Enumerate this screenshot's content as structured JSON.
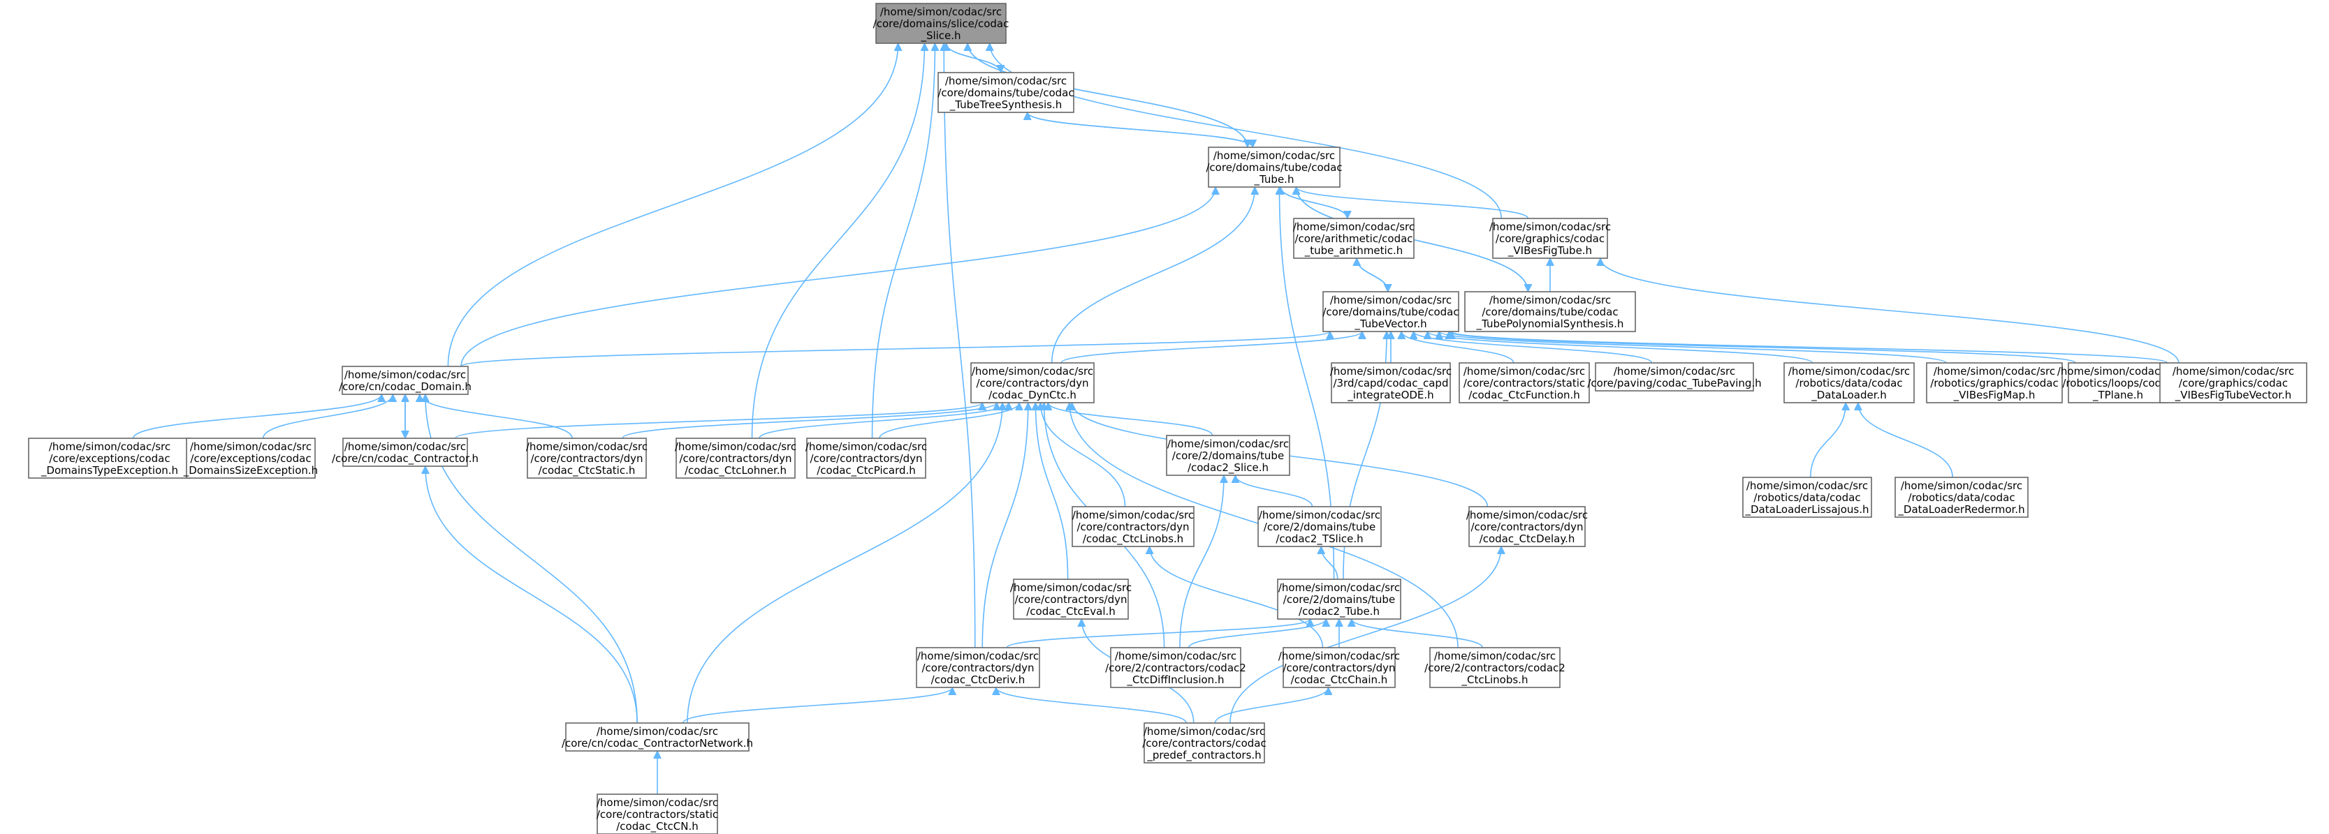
{
  "diagram": {
    "type": "include-dependency-graph",
    "nodes": [
      {
        "id": "slice",
        "lines": [
          "/home/simon/codac/src",
          "/core/domains/slice/codac",
          "_Slice.h"
        ],
        "root": true
      },
      {
        "id": "tubetree",
        "lines": [
          "/home/simon/codac/src",
          "/core/domains/tube/codac",
          "_TubeTreeSynthesis.h"
        ]
      },
      {
        "id": "tube",
        "lines": [
          "/home/simon/codac/src",
          "/core/domains/tube/codac",
          "_Tube.h"
        ]
      },
      {
        "id": "tubearith",
        "lines": [
          "/home/simon/codac/src",
          "/core/arithmetic/codac",
          "_tube_arithmetic.h"
        ]
      },
      {
        "id": "vibestube",
        "lines": [
          "/home/simon/codac/src",
          "/core/graphics/codac",
          "_VIBesFigTube.h"
        ]
      },
      {
        "id": "tubepoly",
        "lines": [
          "/home/simon/codac/src",
          "/core/domains/tube/codac",
          "_TubePolynomialSynthesis.h"
        ]
      },
      {
        "id": "tubevector",
        "lines": [
          "/home/simon/codac/src",
          "/core/domains/tube/codac",
          "_TubeVector.h"
        ]
      },
      {
        "id": "domain",
        "lines": [
          "/home/simon/codac/src",
          "/core/cn/codac_Domain.h"
        ]
      },
      {
        "id": "dynctc",
        "lines": [
          "/home/simon/codac/src",
          "/core/contractors/dyn",
          "/codac_DynCtc.h"
        ]
      },
      {
        "id": "capd",
        "lines": [
          "/home/simon/codac/src",
          "/3rd/capd/codac_capd",
          "_integrateODE.h"
        ]
      },
      {
        "id": "ctcfunction",
        "lines": [
          "/home/simon/codac/src",
          "/core/contractors/static",
          "/codac_CtcFunction.h"
        ]
      },
      {
        "id": "tubepaving",
        "lines": [
          "/home/simon/codac/src",
          "/core/paving/codac_TubePaving.h"
        ]
      },
      {
        "id": "dataloader",
        "lines": [
          "/home/simon/codac/src",
          "/robotics/data/codac",
          "_DataLoader.h"
        ]
      },
      {
        "id": "vibesmap",
        "lines": [
          "/home/simon/codac/src",
          "/robotics/graphics/codac",
          "_VIBesFigMap.h"
        ]
      },
      {
        "id": "tplane",
        "lines": [
          "/home/simon/codac/src",
          "/robotics/loops/codac",
          "_TPlane.h"
        ]
      },
      {
        "id": "vibestubevector",
        "lines": [
          "/home/simon/codac/src",
          "/core/graphics/codac",
          "_VIBesFigTubeVector.h"
        ]
      },
      {
        "id": "typeexc",
        "lines": [
          "/home/simon/codac/src",
          "/core/exceptions/codac",
          "_DomainsTypeException.h"
        ]
      },
      {
        "id": "sizeexc",
        "lines": [
          "/home/simon/codac/src",
          "/core/exceptions/codac",
          "_DomainsSizeException.h"
        ]
      },
      {
        "id": "contractor",
        "lines": [
          "/home/simon/codac/src",
          "/core/cn/codac_Contractor.h"
        ]
      },
      {
        "id": "ctcstatic",
        "lines": [
          "/home/simon/codac/src",
          "/core/contractors/dyn",
          "/codac_CtcStatic.h"
        ]
      },
      {
        "id": "ctclohner",
        "lines": [
          "/home/simon/codac/src",
          "/core/contractors/dyn",
          "/codac_CtcLohner.h"
        ]
      },
      {
        "id": "ctcpicard",
        "lines": [
          "/home/simon/codac/src",
          "/core/contractors/dyn",
          "/codac_CtcPicard.h"
        ]
      },
      {
        "id": "c2slice",
        "lines": [
          "/home/simon/codac/src",
          "/core/2/domains/tube",
          "/codac2_Slice.h"
        ]
      },
      {
        "id": "lissajous",
        "lines": [
          "/home/simon/codac/src",
          "/robotics/data/codac",
          "_DataLoaderLissajous.h"
        ]
      },
      {
        "id": "redermor",
        "lines": [
          "/home/simon/codac/src",
          "/robotics/data/codac",
          "_DataLoaderRedermor.h"
        ]
      },
      {
        "id": "ctclinobs",
        "lines": [
          "/home/simon/codac/src",
          "/core/contractors/dyn",
          "/codac_CtcLinobs.h"
        ]
      },
      {
        "id": "c2tslice",
        "lines": [
          "/home/simon/codac/src",
          "/core/2/domains/tube",
          "/codac2_TSlice.h"
        ]
      },
      {
        "id": "ctcdelay",
        "lines": [
          "/home/simon/codac/src",
          "/core/contractors/dyn",
          "/codac_CtcDelay.h"
        ]
      },
      {
        "id": "ctceval",
        "lines": [
          "/home/simon/codac/src",
          "/core/contractors/dyn",
          "/codac_CtcEval.h"
        ]
      },
      {
        "id": "c2tube",
        "lines": [
          "/home/simon/codac/src",
          "/core/2/domains/tube",
          "/codac2_Tube.h"
        ]
      },
      {
        "id": "ctcderiv",
        "lines": [
          "/home/simon/codac/src",
          "/core/contractors/dyn",
          "/codac_CtcDeriv.h"
        ]
      },
      {
        "id": "c2diffinc",
        "lines": [
          "/home/simon/codac/src",
          "/core/2/contractors/codac2",
          "_CtcDiffInclusion.h"
        ]
      },
      {
        "id": "ctcchain",
        "lines": [
          "/home/simon/codac/src",
          "/core/contractors/dyn",
          "/codac_CtcChain.h"
        ]
      },
      {
        "id": "c2linobs",
        "lines": [
          "/home/simon/codac/src",
          "/core/2/contractors/codac2",
          "_CtcLinobs.h"
        ]
      },
      {
        "id": "cn",
        "lines": [
          "/home/simon/codac/src",
          "/core/cn/codac_ContractorNetwork.h"
        ]
      },
      {
        "id": "predef",
        "lines": [
          "/home/simon/codac/src",
          "/core/contractors/codac",
          "_predef_contractors.h"
        ]
      },
      {
        "id": "ctccn",
        "lines": [
          "/home/simon/codac/src",
          "/core/contractors/static",
          "/codac_CtcCN.h"
        ]
      }
    ],
    "edges": [
      [
        "tubetree",
        "slice"
      ],
      [
        "tube",
        "slice"
      ],
      [
        "domain",
        "slice"
      ],
      [
        "ctcderiv",
        "slice"
      ],
      [
        "ctclohner",
        "slice"
      ],
      [
        "ctcpicard",
        "slice"
      ],
      [
        "vibestube",
        "slice"
      ],
      [
        "tube",
        "tubetree"
      ],
      [
        "slice",
        "tubetree"
      ],
      [
        "tubearith",
        "tube"
      ],
      [
        "tubepoly",
        "tube"
      ],
      [
        "vibestube",
        "tube"
      ],
      [
        "domain",
        "tube"
      ],
      [
        "dynctc",
        "tube"
      ],
      [
        "c2tube",
        "tube"
      ],
      [
        "tubetree",
        "tube"
      ],
      [
        "slice",
        "tube"
      ],
      [
        "tube",
        "tubearith"
      ],
      [
        "tubevector",
        "tubearith"
      ],
      [
        "tube",
        "tubepoly"
      ],
      [
        "tubepoly",
        "vibestube"
      ],
      [
        "vibestubevector",
        "vibestube"
      ],
      [
        "tubearith",
        "tubevector"
      ],
      [
        "domain",
        "tubevector"
      ],
      [
        "dynctc",
        "tubevector"
      ],
      [
        "capd",
        "tubevector"
      ],
      [
        "ctcfunction",
        "tubevector"
      ],
      [
        "tubepaving",
        "tubevector"
      ],
      [
        "dataloader",
        "tubevector"
      ],
      [
        "vibesmap",
        "tubevector"
      ],
      [
        "tplane",
        "tubevector"
      ],
      [
        "vibestubevector",
        "tubevector"
      ],
      [
        "c2tube",
        "tubevector"
      ],
      [
        "typeexc",
        "domain"
      ],
      [
        "sizeexc",
        "domain"
      ],
      [
        "contractor",
        "domain"
      ],
      [
        "ctcstatic",
        "domain"
      ],
      [
        "cn",
        "domain"
      ],
      [
        "domain",
        "contractor"
      ],
      [
        "contractor",
        "dynctc"
      ],
      [
        "ctcstatic",
        "dynctc"
      ],
      [
        "ctclohner",
        "dynctc"
      ],
      [
        "ctcpicard",
        "dynctc"
      ],
      [
        "c2slice",
        "dynctc"
      ],
      [
        "ctclinobs",
        "dynctc"
      ],
      [
        "ctcdelay",
        "dynctc"
      ],
      [
        "ctceval",
        "dynctc"
      ],
      [
        "ctcderiv",
        "dynctc"
      ],
      [
        "c2diffinc",
        "dynctc"
      ],
      [
        "c2linobs",
        "dynctc"
      ],
      [
        "cn",
        "dynctc"
      ],
      [
        "lissajous",
        "dataloader"
      ],
      [
        "redermor",
        "dataloader"
      ],
      [
        "c2tslice",
        "c2slice"
      ],
      [
        "c2diffinc",
        "c2slice"
      ],
      [
        "c2tube",
        "c2tslice"
      ],
      [
        "ctcchain",
        "ctclinobs"
      ],
      [
        "predef",
        "ctcdelay"
      ],
      [
        "predef",
        "ctceval"
      ],
      [
        "ctcderiv",
        "c2tube"
      ],
      [
        "c2diffinc",
        "c2tube"
      ],
      [
        "ctcchain",
        "c2tube"
      ],
      [
        "c2linobs",
        "c2tube"
      ],
      [
        "cn",
        "ctcderiv"
      ],
      [
        "predef",
        "ctcderiv"
      ],
      [
        "predef",
        "ctcchain"
      ],
      [
        "cn",
        "contractor"
      ],
      [
        "ctccn",
        "cn"
      ]
    ]
  }
}
